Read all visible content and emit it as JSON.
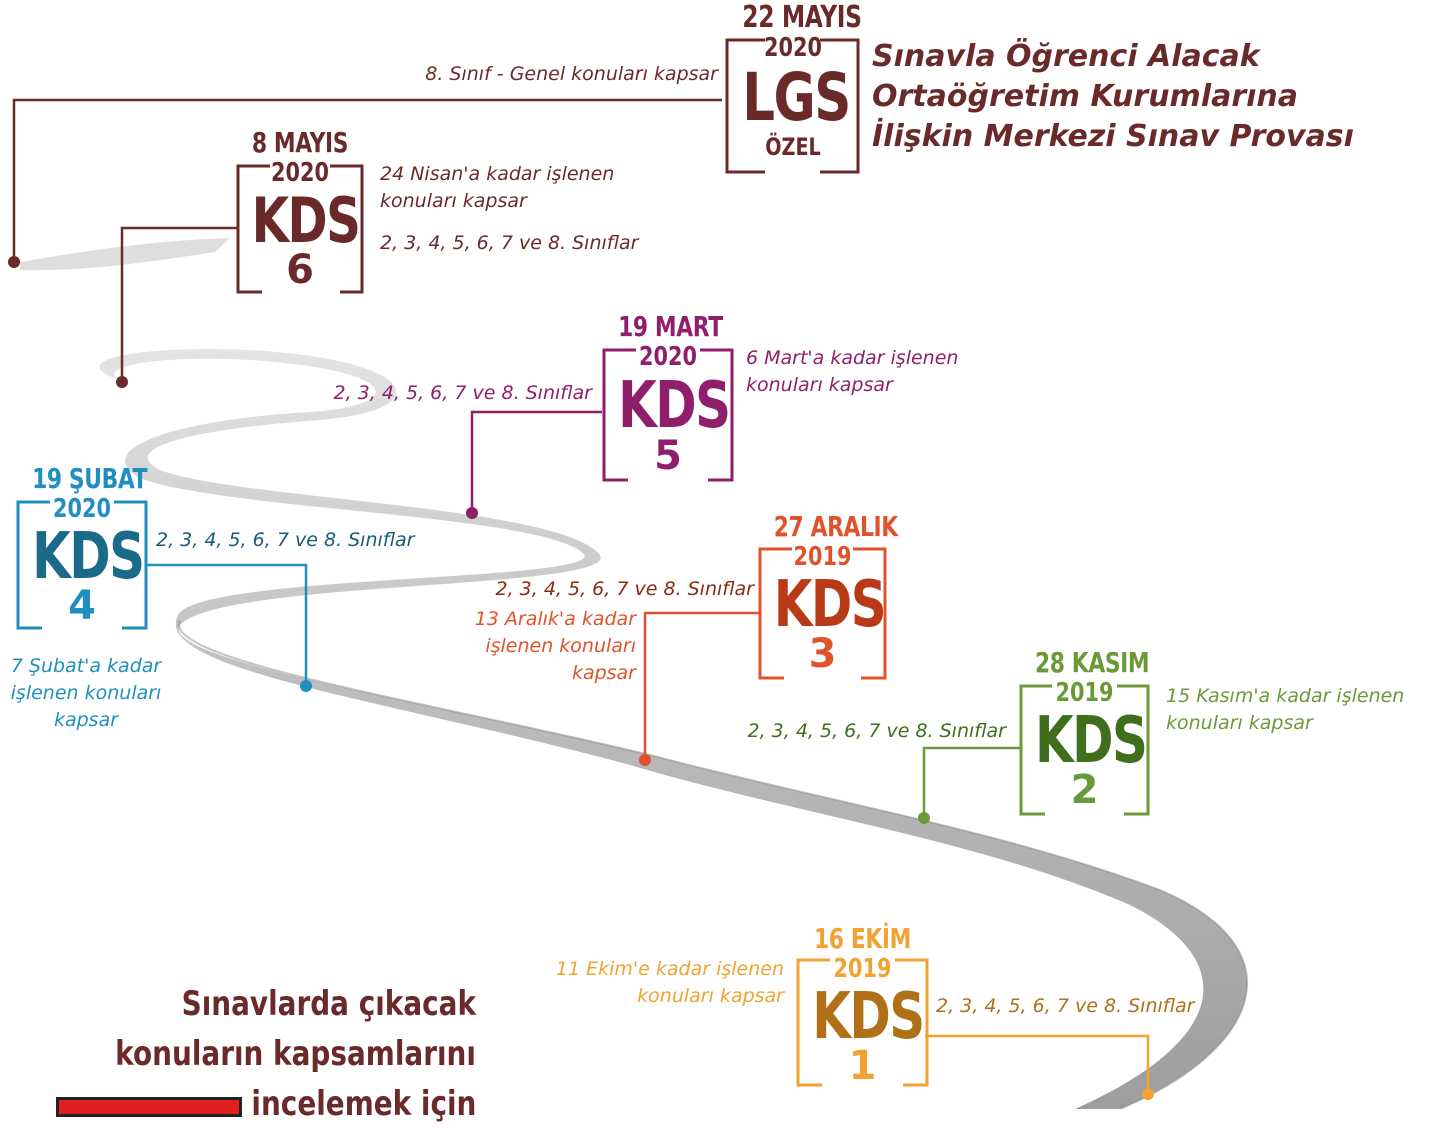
{
  "colors": {
    "kds6": "#6b2a2a",
    "lgs": "#6b2a2a",
    "kds5": "#8f1f6b",
    "kds4": "#1f8fbf",
    "kds3": "#e0532a",
    "kds2": "#6a9a38",
    "kds1": "#f2a230",
    "road": "#b8b8b8"
  },
  "lgs": {
    "date": "22 MAYIS",
    "year": "2020",
    "code": "LGS",
    "sub": "ÖZEL",
    "note": "8. Sınıf - Genel konuları kapsar",
    "headline": [
      "Sınavla Öğrenci Alacak",
      "Ortaöğretim Kurumlarına",
      "İlişkin Merkezi Sınav Provası"
    ]
  },
  "kds6": {
    "date": "8 MAYIS",
    "year": "2020",
    "code": "KDS",
    "num": "6",
    "note1": "24 Nisan'a kadar işlenen",
    "note2": "konuları kapsar",
    "grades": "2, 3, 4, 5, 6, 7 ve 8. Sınıflar"
  },
  "kds5": {
    "date": "19 MART",
    "year": "2020",
    "code": "KDS",
    "num": "5",
    "note1": "6 Mart'a kadar işlenen",
    "note2": "konuları kapsar",
    "grades": "2, 3, 4, 5, 6, 7 ve 8. Sınıflar"
  },
  "kds4": {
    "date": "19 ŞUBAT",
    "year": "2020",
    "code": "KDS",
    "num": "4",
    "note1": "7 Şubat'a kadar",
    "note2": "işlenen konuları",
    "note3": "kapsar",
    "grades": "2, 3, 4, 5, 6, 7 ve 8. Sınıflar"
  },
  "kds3": {
    "date": "27 ARALIK",
    "year": "2019",
    "code": "KDS",
    "num": "3",
    "note1": "13 Aralık'a kadar",
    "note2": "işlenen konuları",
    "note3": "kapsar",
    "grades": "2, 3, 4, 5, 6, 7 ve 8. Sınıflar"
  },
  "kds2": {
    "date": "28 KASIM",
    "year": "2019",
    "code": "KDS",
    "num": "2",
    "note1": "15 Kasım'a kadar işlenen",
    "note2": "konuları kapsar",
    "grades": "2, 3, 4, 5, 6, 7 ve 8. Sınıflar"
  },
  "kds1": {
    "date": "16 EKİM",
    "year": "2019",
    "code": "KDS",
    "num": "1",
    "note1": "11 Ekim'e kadar işlenen",
    "note2": "konuları kapsar",
    "grades": "2, 3, 4, 5, 6, 7 ve 8. Sınıflar"
  },
  "bottom": {
    "line1": "Sınavlarda çıkacak",
    "line2": "konuların kapsamlarını",
    "line3": "incelemek için"
  }
}
